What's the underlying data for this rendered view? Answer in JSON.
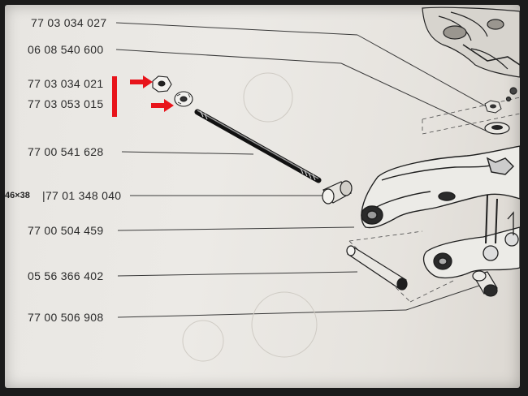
{
  "part_numbers": [
    "77 03 034 027",
    "06 08 540 600",
    "77 03 034 021",
    "77 03 053 015",
    "77 00 541 628",
    "77 01 348 040",
    "77 00 504 459",
    "05 56 366 402",
    "77 00 506 908"
  ],
  "size_prefix": "46×38",
  "colors": {
    "highlight": "#e8141b",
    "ink": "#2a2a2a",
    "paper": "#e9e7e3"
  },
  "icons": [
    "arrow-right-icon",
    "bracket-marker-icon"
  ]
}
